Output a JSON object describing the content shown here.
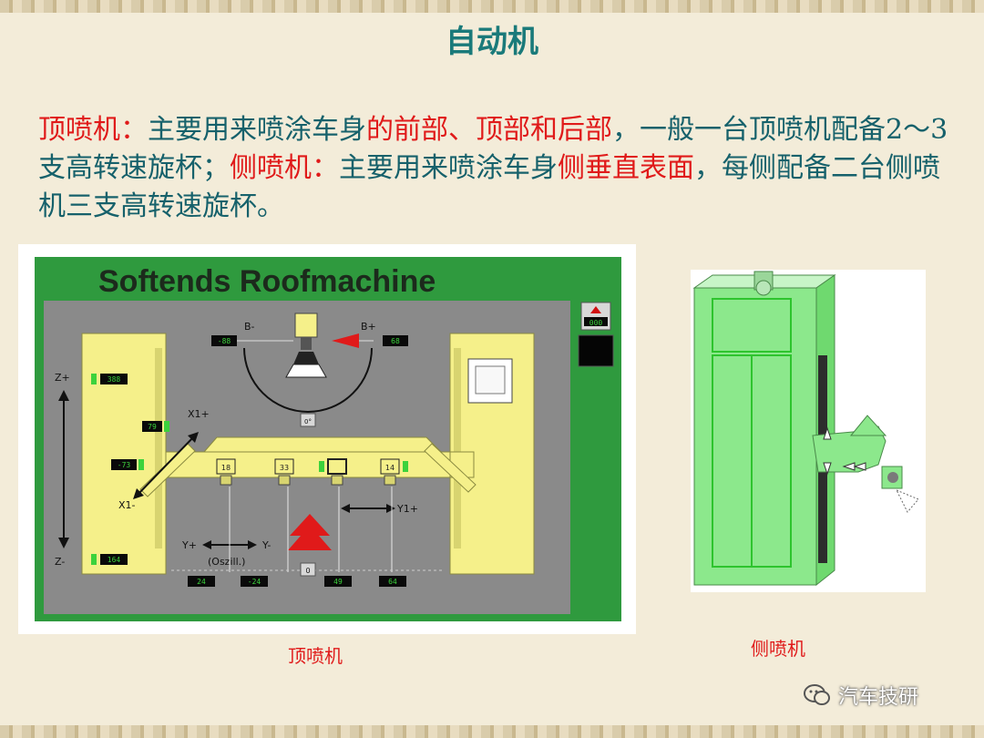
{
  "slide": {
    "title": "自动机",
    "paragraph": {
      "seg1": "顶喷机：",
      "seg2": "主要用来喷涂车身",
      "seg3": "的前部、顶部和后部",
      "seg4": "，一般一台顶喷机配备2～3支高转速旋杯；",
      "seg5": "侧喷机：",
      "seg6": "主要用来喷涂车身",
      "seg7": "侧垂直表面",
      "seg8": "，每侧配备二台侧喷机三支高转速旋杯。"
    },
    "captions": {
      "roof": "顶喷机",
      "side": "侧喷机"
    },
    "watermark": "汽车技研",
    "colors": {
      "teal": "#16616b",
      "red": "#e01a1a",
      "screen_green": "#2f9a3e",
      "machine_yellow": "#f5f08a"
    }
  },
  "roof_screen": {
    "title": "Softends Roofmachine",
    "labels": {
      "b_minus": "B-",
      "b_plus": "B+",
      "z_plus": "Z+",
      "z_minus": "Z-",
      "x1_plus": "X1+",
      "x1_minus": "X1-",
      "y_plus": "Y+",
      "y_minus": "Y-",
      "y1_plus": "Y1+",
      "oszill": "(Oszill.)"
    },
    "readouts": {
      "b_left": "-88",
      "b_right": "68",
      "z_top": "388",
      "x1_upper": "79",
      "x1_lower": "-73",
      "z_bottom": "164",
      "center_top": "0°",
      "y_left": "24",
      "y_mid": "-24",
      "y1_left": "49",
      "y1_right": "64",
      "beam_1": "18",
      "beam_2": "33",
      "beam_4": "14",
      "bottom_center": "0",
      "btn_top": "000"
    }
  }
}
